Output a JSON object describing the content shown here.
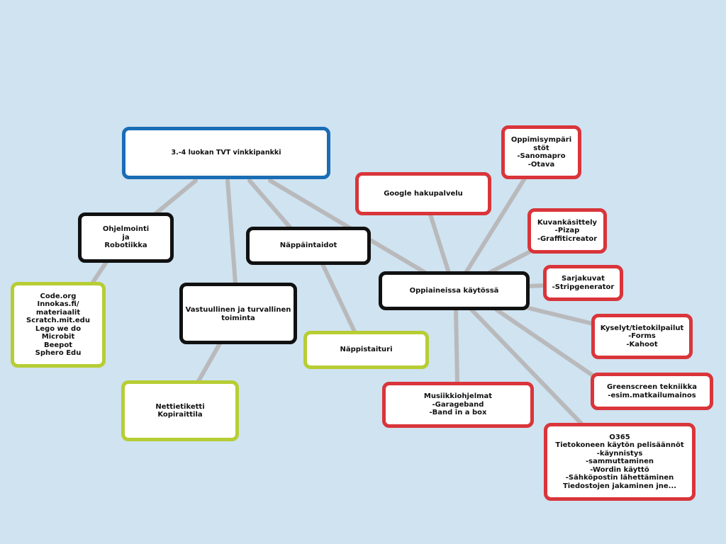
{
  "colors": {
    "background": "#cfe3f1",
    "root": "#1a6db5",
    "category": "#111111",
    "resource": "#b7cd34",
    "subject": "#d9353a",
    "connector": "#b9b9bb"
  },
  "nodes": {
    "root": "3.-4 luokan TVT vinkkipankki",
    "ohjelmointi": "Ohjelmointi\nja\nRobotiikka",
    "nappaintaidot": "Näppäintaidot",
    "vastuullinen": "Vastuullinen ja turvallinen\ntoiminta",
    "oppiaineissa": "Oppiaineissa käytössä",
    "code": "Code.org\nInnokas.fi/\nmateriaalit\nScratch.mit.edu\nLego we do\nMicrobit\nBeepot\nSphero Edu",
    "netti": "Nettietiketti\nKopiraittila",
    "nappistaituri": "Näppistaituri",
    "google": "Google hakupalvelu",
    "oppimisymparistot": "Oppimisympäri\nstöt\n-Sanomapro\n-Otava",
    "kuvankasittely": "Kuvankäsittely\n-Pizap\n-Graffiticreator",
    "sarjakuvat": "Sarjakuvat\n-Stripgenerator",
    "kyselyt": "Kyselyt/tietokilpailut\n-Forms\n-Kahoot",
    "greenscreen": "Greenscreen tekniikka\n-esim.matkailumainos",
    "musiikki": "Musiikkiohjelmat\n-Garageband\n-Band in a box",
    "o365": "O365\nTietokoneen käytön pelisäännöt\n-käynnistys\n-sammuttaminen\n-Wordin käyttö\n-Sähköpostin lähettäminen\nTiedostojen jakaminen jne..."
  }
}
